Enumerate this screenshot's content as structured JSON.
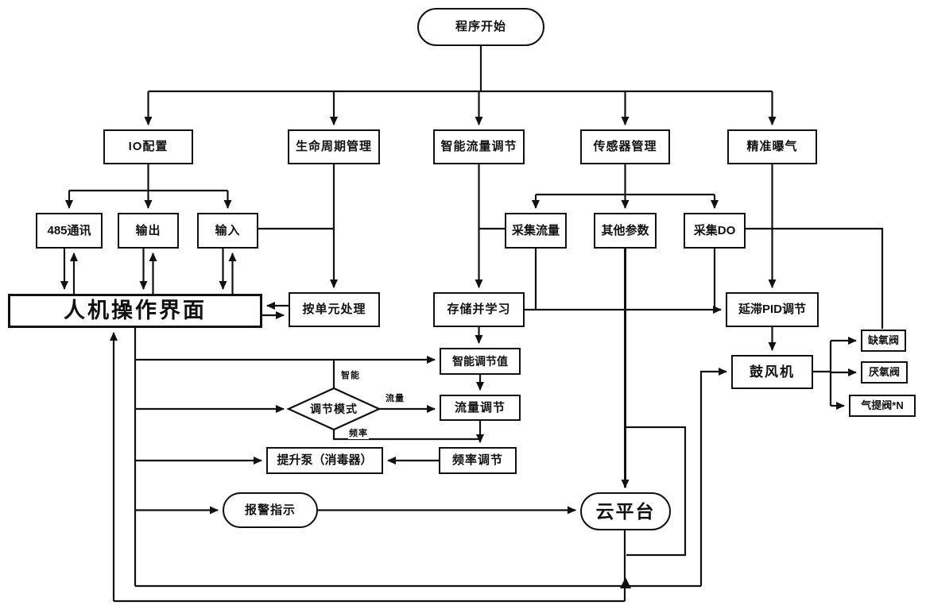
{
  "page": {
    "background": "#ffffff",
    "line_color": "#111111",
    "box_fill": "#ffffff"
  },
  "nodes": {
    "start": "程序开始",
    "io_config": "IO配置",
    "lifecycle": "生命周期管理",
    "smart_flow": "智能流量调节",
    "sensor_mgmt": "传感器管理",
    "precise_aeration": "精准曝气",
    "comm_485": "485通讯",
    "output": "输出",
    "input": "输入",
    "collect_flow": "采集流量",
    "other_params": "其他参数",
    "collect_do": "采集DO",
    "hmi": "人机操作界面",
    "unit_process": "按单元处理",
    "store_learn": "存储并学习",
    "delay_pid": "延滞PID调节",
    "smart_value": "智能调节值",
    "adjust_mode": "调节模式",
    "flow_adjust": "流量调节",
    "freq_adjust": "频率调节",
    "lift_pump": "提升泵（消毒器）",
    "alarm": "报警指示",
    "cloud": "云平台",
    "blower": "鼓风机",
    "anoxic_valve": "缺氧阀",
    "anaerobic_valve": "厌氧阀",
    "airlift_valve": "气提阀*N"
  },
  "edge_labels": {
    "smart": "智能",
    "flow": "流量",
    "freq": "频率"
  }
}
